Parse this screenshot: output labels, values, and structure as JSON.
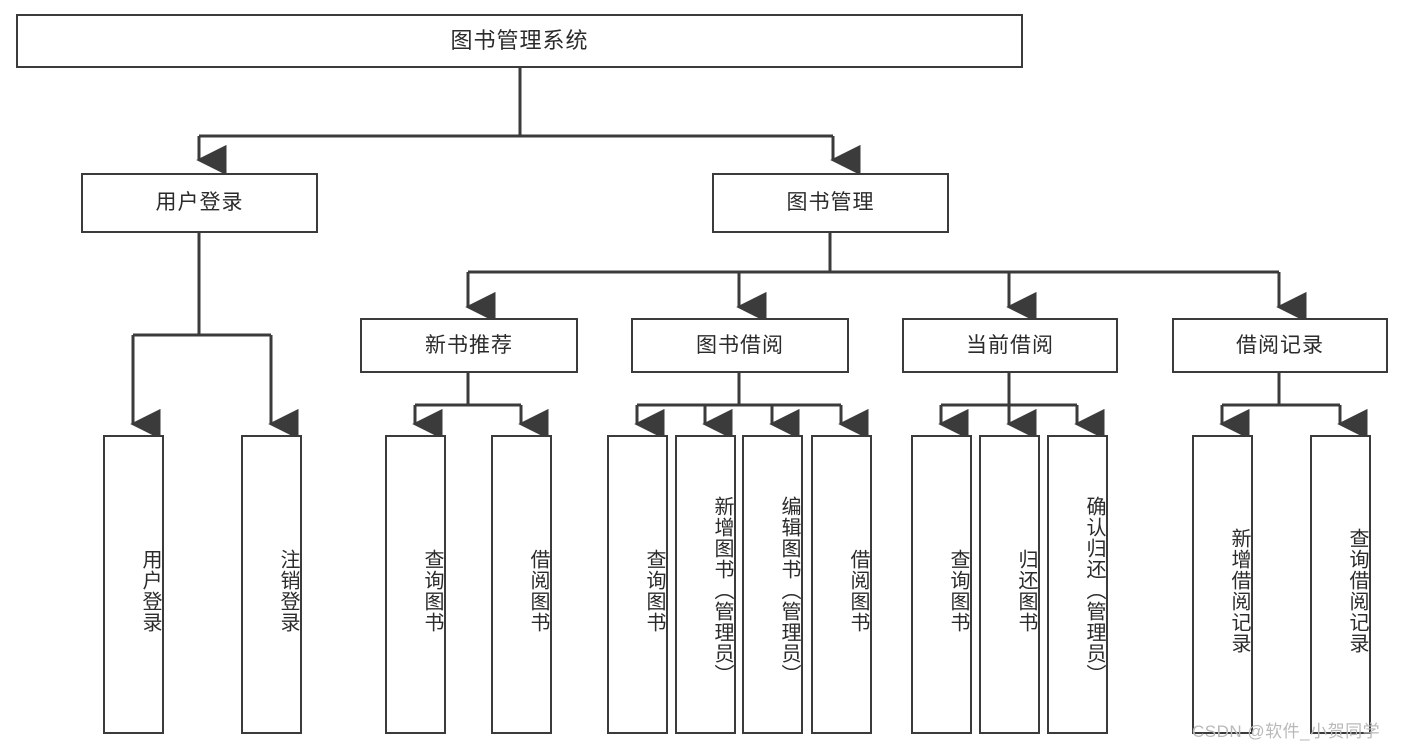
{
  "diagram": {
    "title": "图书管理系统",
    "type": "hierarchy-tree",
    "levels": 4,
    "root": {
      "label": "图书管理系统"
    },
    "level2": [
      {
        "label": "用户登录"
      },
      {
        "label": "图书管理"
      }
    ],
    "level3": [
      {
        "label": "新书推荐"
      },
      {
        "label": "图书借阅"
      },
      {
        "label": "当前借阅"
      },
      {
        "label": "借阅记录"
      }
    ],
    "leaves": {
      "user_login": [
        {
          "label": "用户登录"
        },
        {
          "label": "注销登录"
        }
      ],
      "new_book_recommend": [
        {
          "label": "查询图书"
        },
        {
          "label": "借阅图书"
        }
      ],
      "book_borrow": [
        {
          "label": "查询图书"
        },
        {
          "label": "新增图书（管理员）"
        },
        {
          "label": "编辑图书（管理员）"
        },
        {
          "label": "借阅图书"
        }
      ],
      "current_borrow": [
        {
          "label": "查询图书"
        },
        {
          "label": "归还图书"
        },
        {
          "label": "确认归还（管理员）"
        }
      ],
      "borrow_record": [
        {
          "label": "新增借阅记录"
        },
        {
          "label": "查询借阅记录"
        }
      ]
    }
  },
  "watermark": {
    "text": "CSDN @软件_小贺同学"
  },
  "colors": {
    "border": "#3b3b3b",
    "text": "#2b2b2b",
    "background": "#ffffff",
    "watermark": "#b9b9b9"
  }
}
